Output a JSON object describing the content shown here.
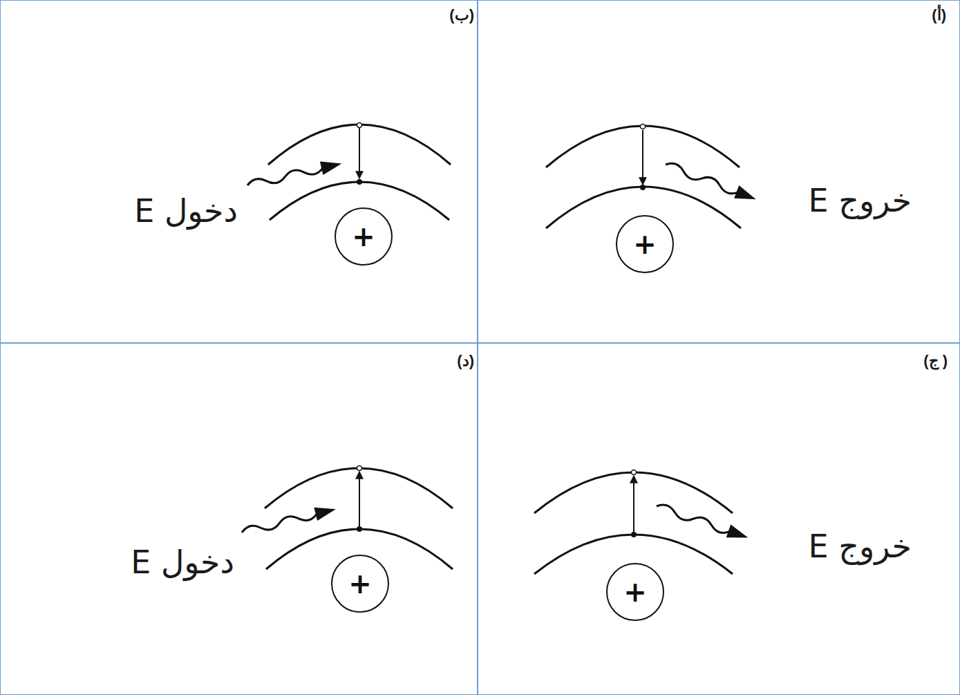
{
  "diagram": {
    "nodes": [
      {
        "text": [
          "(أ)",
          "خروج E"
        ]
      },
      {
        "text": [
          "+"
        ],
        "in": 0
      },
      {
        "text": [
          "(ب)",
          "دخول E"
        ]
      },
      {
        "text": [
          "+"
        ],
        "in": 2
      },
      {
        "text": [
          "(ج )",
          "خروج E"
        ]
      },
      {
        "text": [
          "+"
        ],
        "in": 4
      },
      {
        "text": [
          "(د)",
          "دخول E"
        ]
      },
      {
        "text": [
          "+"
        ],
        "in": 6
      }
    ]
  }
}
